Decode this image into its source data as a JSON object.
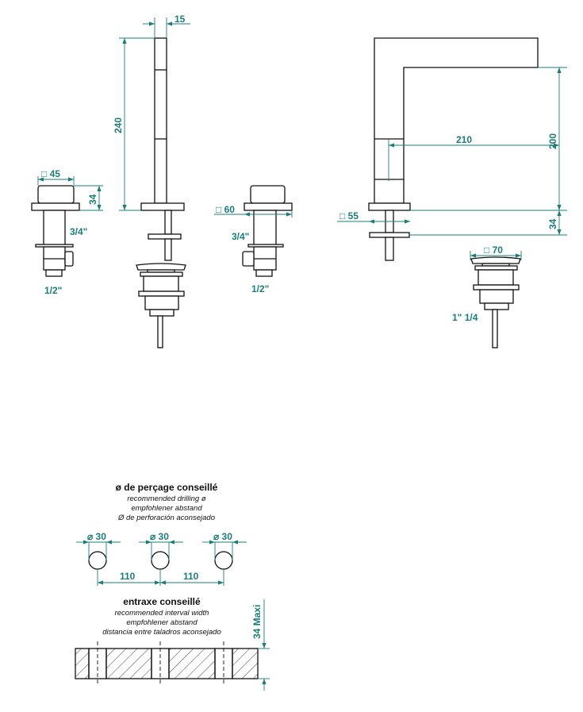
{
  "accent_color": "#1b7d7a",
  "front_view": {
    "left_valve": {
      "handle_size": "□ 45",
      "handle_height": "34",
      "inlet": "3/4\"",
      "outlet": "1/2\""
    },
    "spout": {
      "width": "15",
      "height": "240"
    },
    "right_valve": {
      "plate_size": "□ 60",
      "inlet": "3/4\"",
      "outlet": "1/2\""
    }
  },
  "side_view": {
    "reach": "210",
    "spout_height": "200",
    "base_height": "34",
    "base_size": "□ 55",
    "drain_size": "□ 70",
    "drain_thread": "1\" 1/4"
  },
  "drilling": {
    "title": "ø de perçage conseillé",
    "lines": [
      "recommended drilling ø",
      "empfohlener abstand",
      "Ø de perforación aconsejado"
    ],
    "hole_diameter": "⌀ 30",
    "spacing_1": "110",
    "spacing_2": "110"
  },
  "interval": {
    "title": "entraxe conseillé",
    "lines": [
      "recommended interval width",
      "empfohlener abstand",
      "distancia entre taladros aconsejado"
    ],
    "max_thickness": "34 Maxi"
  }
}
